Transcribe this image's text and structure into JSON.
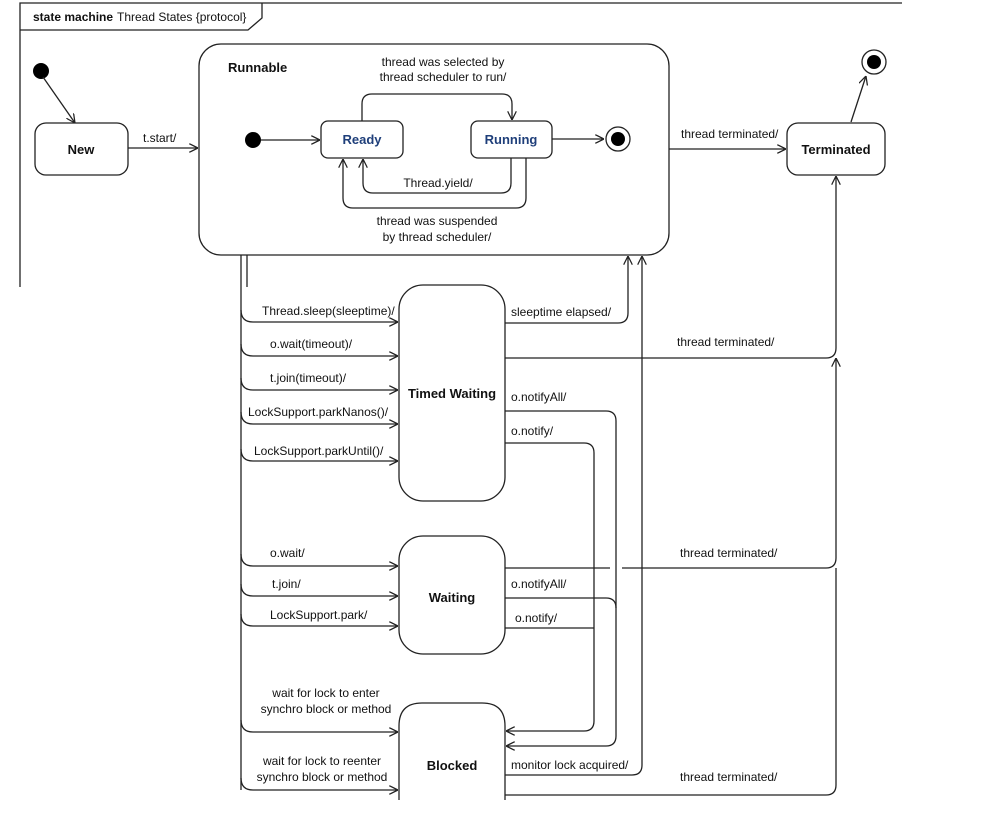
{
  "frame": {
    "keyword": "state machine",
    "name": "Thread States {protocol}"
  },
  "states": {
    "new": "New",
    "runnable": "Runnable",
    "ready": "Ready",
    "running": "Running",
    "terminated": "Terminated",
    "timed_waiting": "Timed Waiting",
    "waiting": "Waiting",
    "blocked": "Blocked"
  },
  "transitions": {
    "start": "t.start/",
    "selected_1": "thread was selected by",
    "selected_2": "thread scheduler to run/",
    "yield": "Thread.yield/",
    "suspended_1": "thread was suspended",
    "suspended_2": "by thread scheduler/",
    "runnable_terminated": "thread terminated/",
    "sleep": "Thread.sleep(sleeptime)/",
    "wait_timeout": "o.wait(timeout)/",
    "join_timeout": "t.join(timeout)/",
    "park_nanos": "LockSupport.parkNanos()/",
    "park_until": "LockSupport.parkUntil()/",
    "sleep_elapsed": "sleeptime elapsed/",
    "tw_terminated": "thread terminated/",
    "tw_notify_all": "o.notifyAll/",
    "tw_notify": "o.notify/",
    "wait": "o.wait/",
    "join": "t.join/",
    "park": "LockSupport.park/",
    "w_terminated": "thread terminated/",
    "w_notify_all": "o.notifyAll/",
    "w_notify": "o.notify/",
    "lock_enter_1": "wait for lock to enter",
    "lock_enter_2": "synchro block or method",
    "lock_reenter_1": "wait for lock to reenter",
    "lock_reenter_2": "synchro block or method",
    "monitor_acquired": "monitor lock acquired/",
    "b_terminated": "thread terminated/"
  }
}
